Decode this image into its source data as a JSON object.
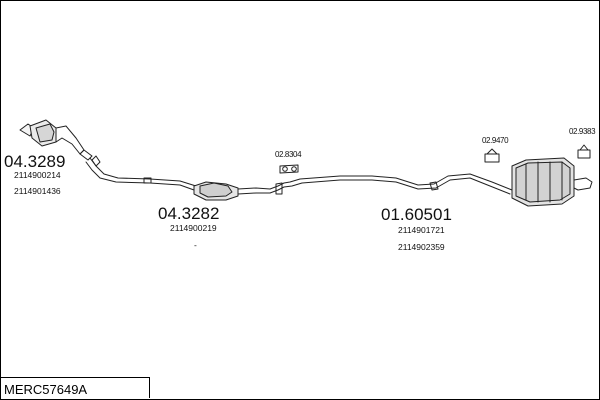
{
  "parts": [
    {
      "id": "front-cat",
      "number": "04.3289",
      "refs": [
        "2114900214",
        "2114901436"
      ]
    },
    {
      "id": "center-cat",
      "number": "04.3282",
      "refs": [
        "2114900219"
      ],
      "note": "-"
    },
    {
      "id": "rear-section",
      "number": "01.60501",
      "refs": [
        "2114901721",
        "2114902359"
      ]
    }
  ],
  "fittings": [
    {
      "id": "clamp",
      "number": "02.8304"
    },
    {
      "id": "hanger-1",
      "number": "02.9470"
    },
    {
      "id": "hanger-2",
      "number": "02.9383"
    }
  ],
  "footer": {
    "code": "MERC57649A"
  }
}
